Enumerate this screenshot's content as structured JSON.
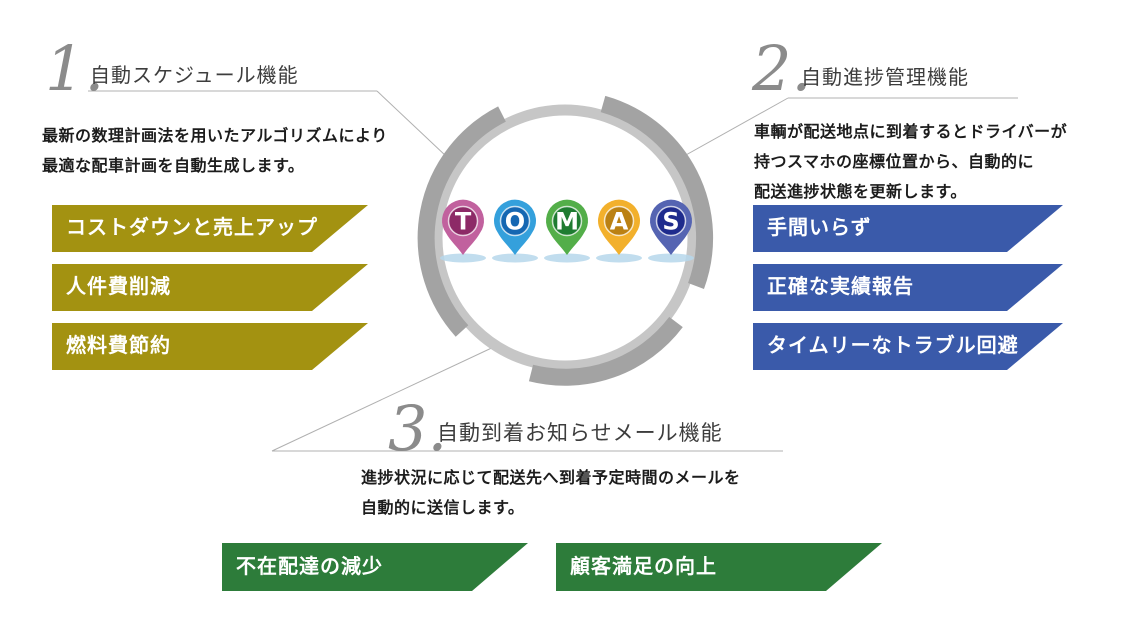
{
  "center_logo": {
    "logo_text": "TOMAS",
    "ring_light_color": "#c6c6c6",
    "ring_dark_color": "#a3a3a3",
    "connector_line_color": "#b0b0b0",
    "pin_shadow_color": "#b6d7eb",
    "pins": [
      {
        "letter": "T",
        "outer": "#c1619e",
        "inner": "#8d2a67"
      },
      {
        "letter": "O",
        "outer": "#34a0dc",
        "inner": "#1567b2"
      },
      {
        "letter": "M",
        "outer": "#53ae49",
        "inner": "#1f7c31"
      },
      {
        "letter": "A",
        "outer": "#f2b02c",
        "inner": "#bb8113"
      },
      {
        "letter": "S",
        "outer": "#5564b2",
        "inner": "#1e2b8d"
      }
    ]
  },
  "sections": {
    "schedule": {
      "number": "1.",
      "title": "自動スケジュール機能",
      "description": "最新の数理計画法を用いたアルゴリズムにより\n最適な配車計画を自動生成します。",
      "accent": "#a39211",
      "banners": [
        "コストダウンと売上アップ",
        "人件費削減",
        "燃料費節約"
      ]
    },
    "progress": {
      "number": "2.",
      "title": "自動進捗管理機能",
      "description": "車輌が配送地点に到着するとドライバーが\n持つスマホの座標位置から、自動的に\n配送進捗状態を更新します。",
      "accent": "#3a5aaa",
      "banners": [
        "手間いらず",
        "正確な実績報告",
        "タイムリーなトラブル回避"
      ]
    },
    "mail": {
      "number": "3.",
      "title": "自動到着お知らせメール機能",
      "description": "進捗状況に応じて配送先へ到着予定時間のメールを\n自動的に送信します。",
      "accent": "#2d7c3a",
      "banners": [
        "不在配達の減少",
        "顧客満足の向上"
      ]
    }
  }
}
